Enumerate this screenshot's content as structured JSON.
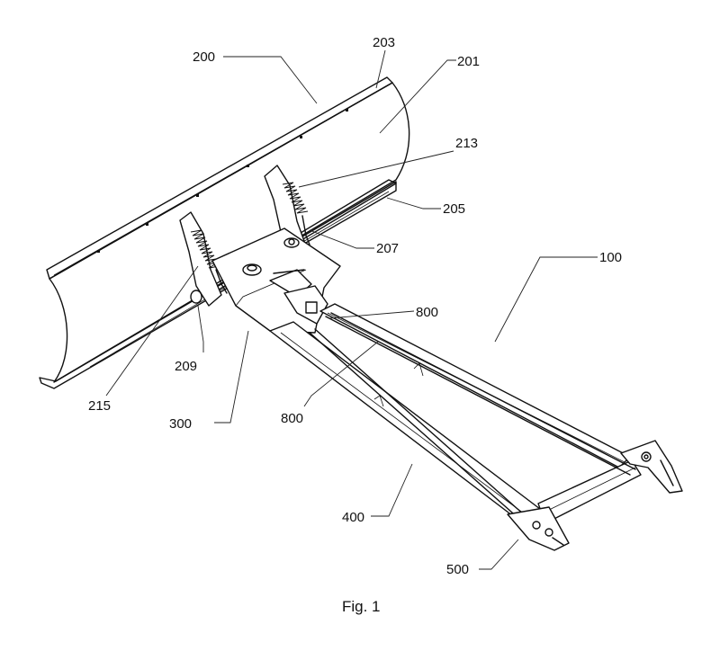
{
  "figure": {
    "caption": "Fig. 1",
    "labels": {
      "l200": "200",
      "l203": "203",
      "l201": "201",
      "l213": "213",
      "l205": "205",
      "l207": "207",
      "l100": "100",
      "l800a": "800",
      "l209": "209",
      "l215": "215",
      "l300": "300",
      "l800b": "800",
      "l400": "400",
      "l500": "500"
    }
  },
  "colors": {
    "ink": "#111111",
    "paper": "#ffffff"
  }
}
